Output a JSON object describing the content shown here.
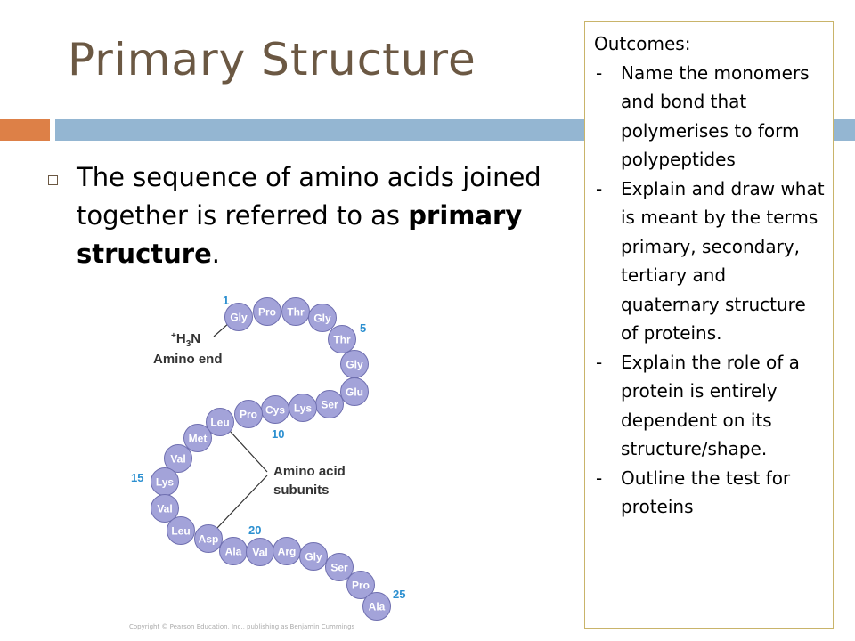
{
  "slide": {
    "title": "Primary Structure",
    "bullet": {
      "prefix": "The sequence of amino acids joined together is referred to as ",
      "bold": "primary structure",
      "suffix": "."
    },
    "outcomes": {
      "heading": "Outcomes:",
      "items": [
        "Name the monomers and bond that polymerises to form polypeptides",
        "Explain  and draw what is meant by the terms primary, secondary, tertiary and quaternary structure of proteins.",
        "Explain the role of a protein is entirely dependent on its structure/shape.",
        "Outline the test for proteins"
      ]
    },
    "colors": {
      "title": "#6b5843",
      "accent_orange": "#dd8047",
      "accent_blue": "#94b6d2",
      "bead": "#a3a3d9",
      "bead_border": "#6f6fb0",
      "number": "#2b8fd0",
      "outcomes_border": "#c9b46a"
    }
  },
  "diagram": {
    "amino_end_label": "Amino end",
    "subunits_label_line1": "Amino acid",
    "subunits_label_line2": "subunits",
    "chain": [
      "Gly",
      "Pro",
      "Thr",
      "Gly",
      "Thr",
      "Gly",
      "Glu",
      "Ser",
      "Lys",
      "Cys",
      "Pro",
      "Leu",
      "Met",
      "Val",
      "Lys",
      "Val",
      "Leu",
      "Asp",
      "Ala",
      "Val",
      "Arg",
      "Gly",
      "Ser",
      "Pro",
      "Ala"
    ],
    "numbers": [
      "1",
      "5",
      "10",
      "15",
      "20",
      "25"
    ],
    "credit": "Copyright © Pearson Education, Inc., publishing as Benjamin Cummings"
  }
}
